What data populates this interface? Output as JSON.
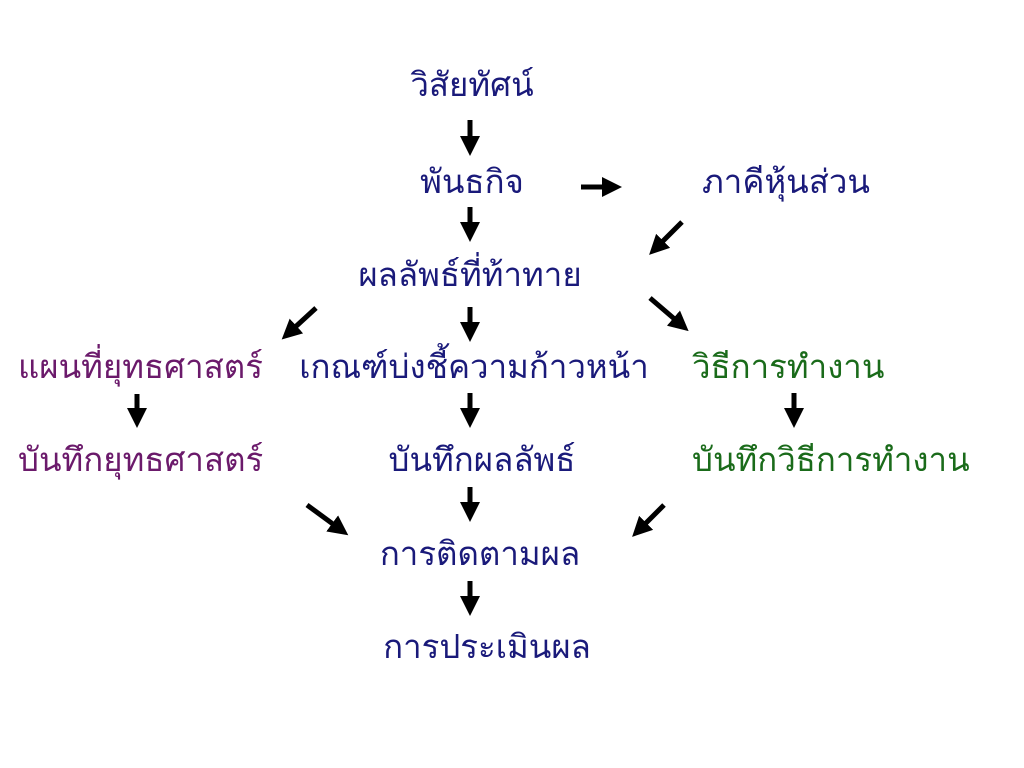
{
  "colors": {
    "navy": "#1a1a7a",
    "purple": "#6b1a6b",
    "green": "#1a6b1a",
    "arrow": "#000000"
  },
  "nodes": {
    "vision": "วิสัยทัศน์",
    "mission": "พันธกิจ",
    "partners": "ภาคีหุ้นส่วน",
    "challenge_outcomes": "ผลลัพธ์ที่ท้าทาย",
    "strategy_map": "แผนที่ยุทธศาสตร์",
    "progress_markers": "เกณฑ์บ่งชี้ความก้าวหน้า",
    "work_methods": "วิธีการทำงาน",
    "strategy_journal": "บันทึกยุทธศาสตร์",
    "outcome_journal": "บันทึกผลลัพธ์",
    "work_methods_journal": "บันทึกวิธีการทำงาน",
    "monitoring": "การติดตามผล",
    "evaluation": "การประเมินผล"
  }
}
